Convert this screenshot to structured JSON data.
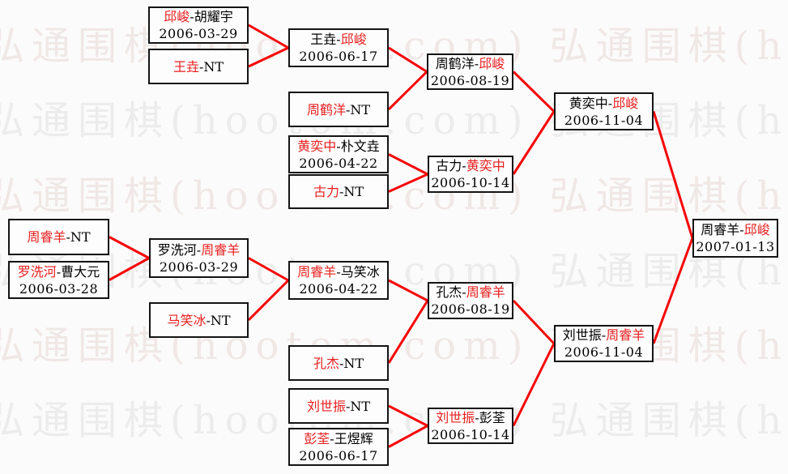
{
  "watermark": {
    "text": "弘通围棋(hootom.com)"
  },
  "separator": "-",
  "colors": {
    "line": "#f60606",
    "winner_text": "#e81e1e",
    "box_border": "#141414",
    "text": "#000000",
    "background": "#fcfbfb",
    "watermark": "#efe8e6"
  },
  "bracket": {
    "boxes": [
      {
        "id": "r1a",
        "player_left": "邱峻",
        "player_right": "胡耀宇",
        "winner": "left",
        "date": "2006-03-29"
      },
      {
        "id": "r1b",
        "player_left": "王垚",
        "player_right": "NT",
        "winner": "left",
        "date": ""
      },
      {
        "id": "r2a",
        "player_left": "王垚",
        "player_right": "邱峻",
        "winner": "right",
        "date": "2006-06-17"
      },
      {
        "id": "r2b",
        "player_left": "周鹤洋",
        "player_right": "NT",
        "winner": "left",
        "date": ""
      },
      {
        "id": "r2c",
        "player_left": "黄奕中",
        "player_right": "朴文垚",
        "winner": "left",
        "date": "2006-04-22"
      },
      {
        "id": "r2d",
        "player_left": "古力",
        "player_right": "NT",
        "winner": "left",
        "date": ""
      },
      {
        "id": "r3a",
        "player_left": "周鹤洋",
        "player_right": "邱峻",
        "winner": "right",
        "date": "2006-08-19"
      },
      {
        "id": "r3b",
        "player_left": "古力",
        "player_right": "黄奕中",
        "winner": "right",
        "date": "2006-10-14"
      },
      {
        "id": "r4a",
        "player_left": "黄奕中",
        "player_right": "邱峻",
        "winner": "right",
        "date": "2006-11-04"
      },
      {
        "id": "fin",
        "player_left": "周睿羊",
        "player_right": "邱峻",
        "winner": "right",
        "date": "2007-01-13"
      },
      {
        "id": "s1a",
        "player_left": "周睿羊",
        "player_right": "NT",
        "winner": "left",
        "date": ""
      },
      {
        "id": "s1b",
        "player_left": "罗洗河",
        "player_right": "曹大元",
        "winner": "left",
        "date": "2006-03-28"
      },
      {
        "id": "s2a",
        "player_left": "罗洗河",
        "player_right": "周睿羊",
        "winner": "right",
        "date": "2006-03-29"
      },
      {
        "id": "s2b",
        "player_left": "马笑冰",
        "player_right": "NT",
        "winner": "left",
        "date": ""
      },
      {
        "id": "s3a",
        "player_left": "周睿羊",
        "player_right": "马笑冰",
        "winner": "left",
        "date": "2006-04-22"
      },
      {
        "id": "s3b",
        "player_left": "孔杰",
        "player_right": "NT",
        "winner": "left",
        "date": ""
      },
      {
        "id": "s3c",
        "player_left": "刘世振",
        "player_right": "NT",
        "winner": "left",
        "date": ""
      },
      {
        "id": "s3d",
        "player_left": "彭荃",
        "player_right": "王煜辉",
        "winner": "left",
        "date": "2006-06-17"
      },
      {
        "id": "s4a",
        "player_left": "孔杰",
        "player_right": "周睿羊",
        "winner": "right",
        "date": "2006-08-19"
      },
      {
        "id": "s4b",
        "player_left": "刘世振",
        "player_right": "彭荃",
        "winner": "left",
        "date": "2006-10-14"
      },
      {
        "id": "s5a",
        "player_left": "刘世振",
        "player_right": "周睿羊",
        "winner": "right",
        "date": "2006-11-04"
      }
    ],
    "connections": [
      [
        "r1a",
        "r2a"
      ],
      [
        "r1b",
        "r2a"
      ],
      [
        "r2a",
        "r3a"
      ],
      [
        "r2b",
        "r3a"
      ],
      [
        "r2c",
        "r3b"
      ],
      [
        "r2d",
        "r3b"
      ],
      [
        "r3a",
        "r4a"
      ],
      [
        "r3b",
        "r4a"
      ],
      [
        "r4a",
        "fin"
      ],
      [
        "s5a",
        "fin"
      ],
      [
        "s1a",
        "s2a"
      ],
      [
        "s1b",
        "s2a"
      ],
      [
        "s2a",
        "s3a"
      ],
      [
        "s2b",
        "s3a"
      ],
      [
        "s3a",
        "s4a"
      ],
      [
        "s3b",
        "s4a"
      ],
      [
        "s3c",
        "s4b"
      ],
      [
        "s3d",
        "s4b"
      ],
      [
        "s4a",
        "s5a"
      ],
      [
        "s4b",
        "s5a"
      ]
    ]
  }
}
